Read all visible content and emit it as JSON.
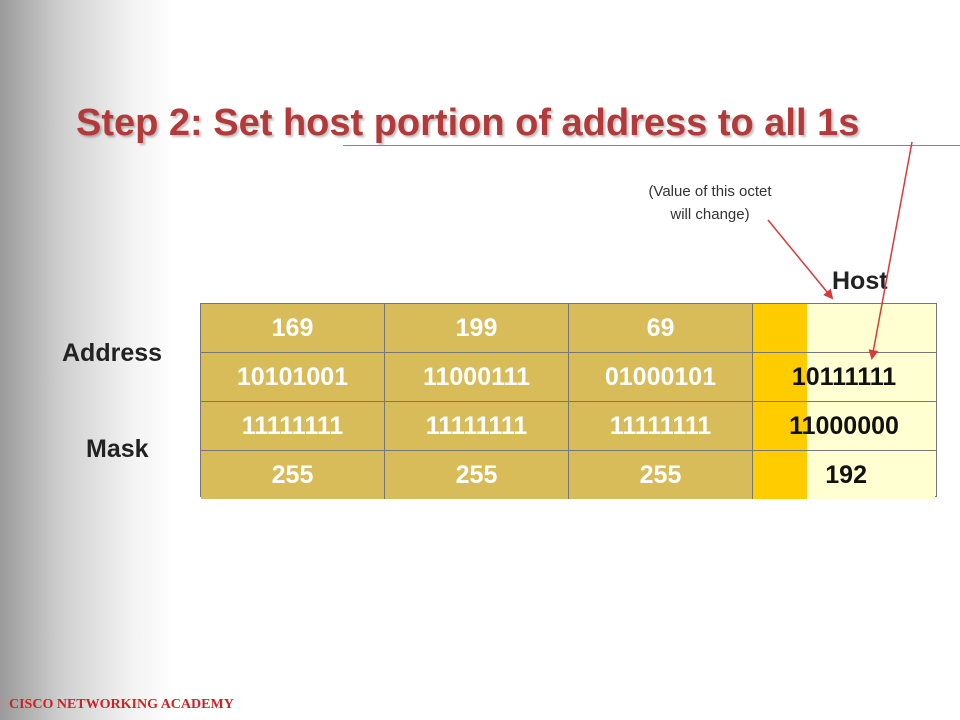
{
  "title": "Step 2: Set host portion of address to all 1s",
  "note": {
    "line1": "(Value of this octet",
    "line2": "will change)"
  },
  "labels": {
    "host": "Host",
    "address": "Address",
    "mask": "Mask"
  },
  "table": {
    "rows": [
      [
        "169",
        "199",
        "69",
        ""
      ],
      [
        "10101001",
        "11000111",
        "01000101",
        "10111111"
      ],
      [
        "11111111",
        "11111111",
        "11111111",
        "11000000"
      ],
      [
        "255",
        "255",
        "255",
        "192"
      ]
    ]
  },
  "footer": "CISCO NETWORKING ACADEMY",
  "colors": {
    "title": "#b23a3a",
    "network_cell": "#d8bc5a",
    "host_highlight": "#ffcc00",
    "host_cell": "#ffffd2",
    "arrow": "#d83a3a"
  }
}
